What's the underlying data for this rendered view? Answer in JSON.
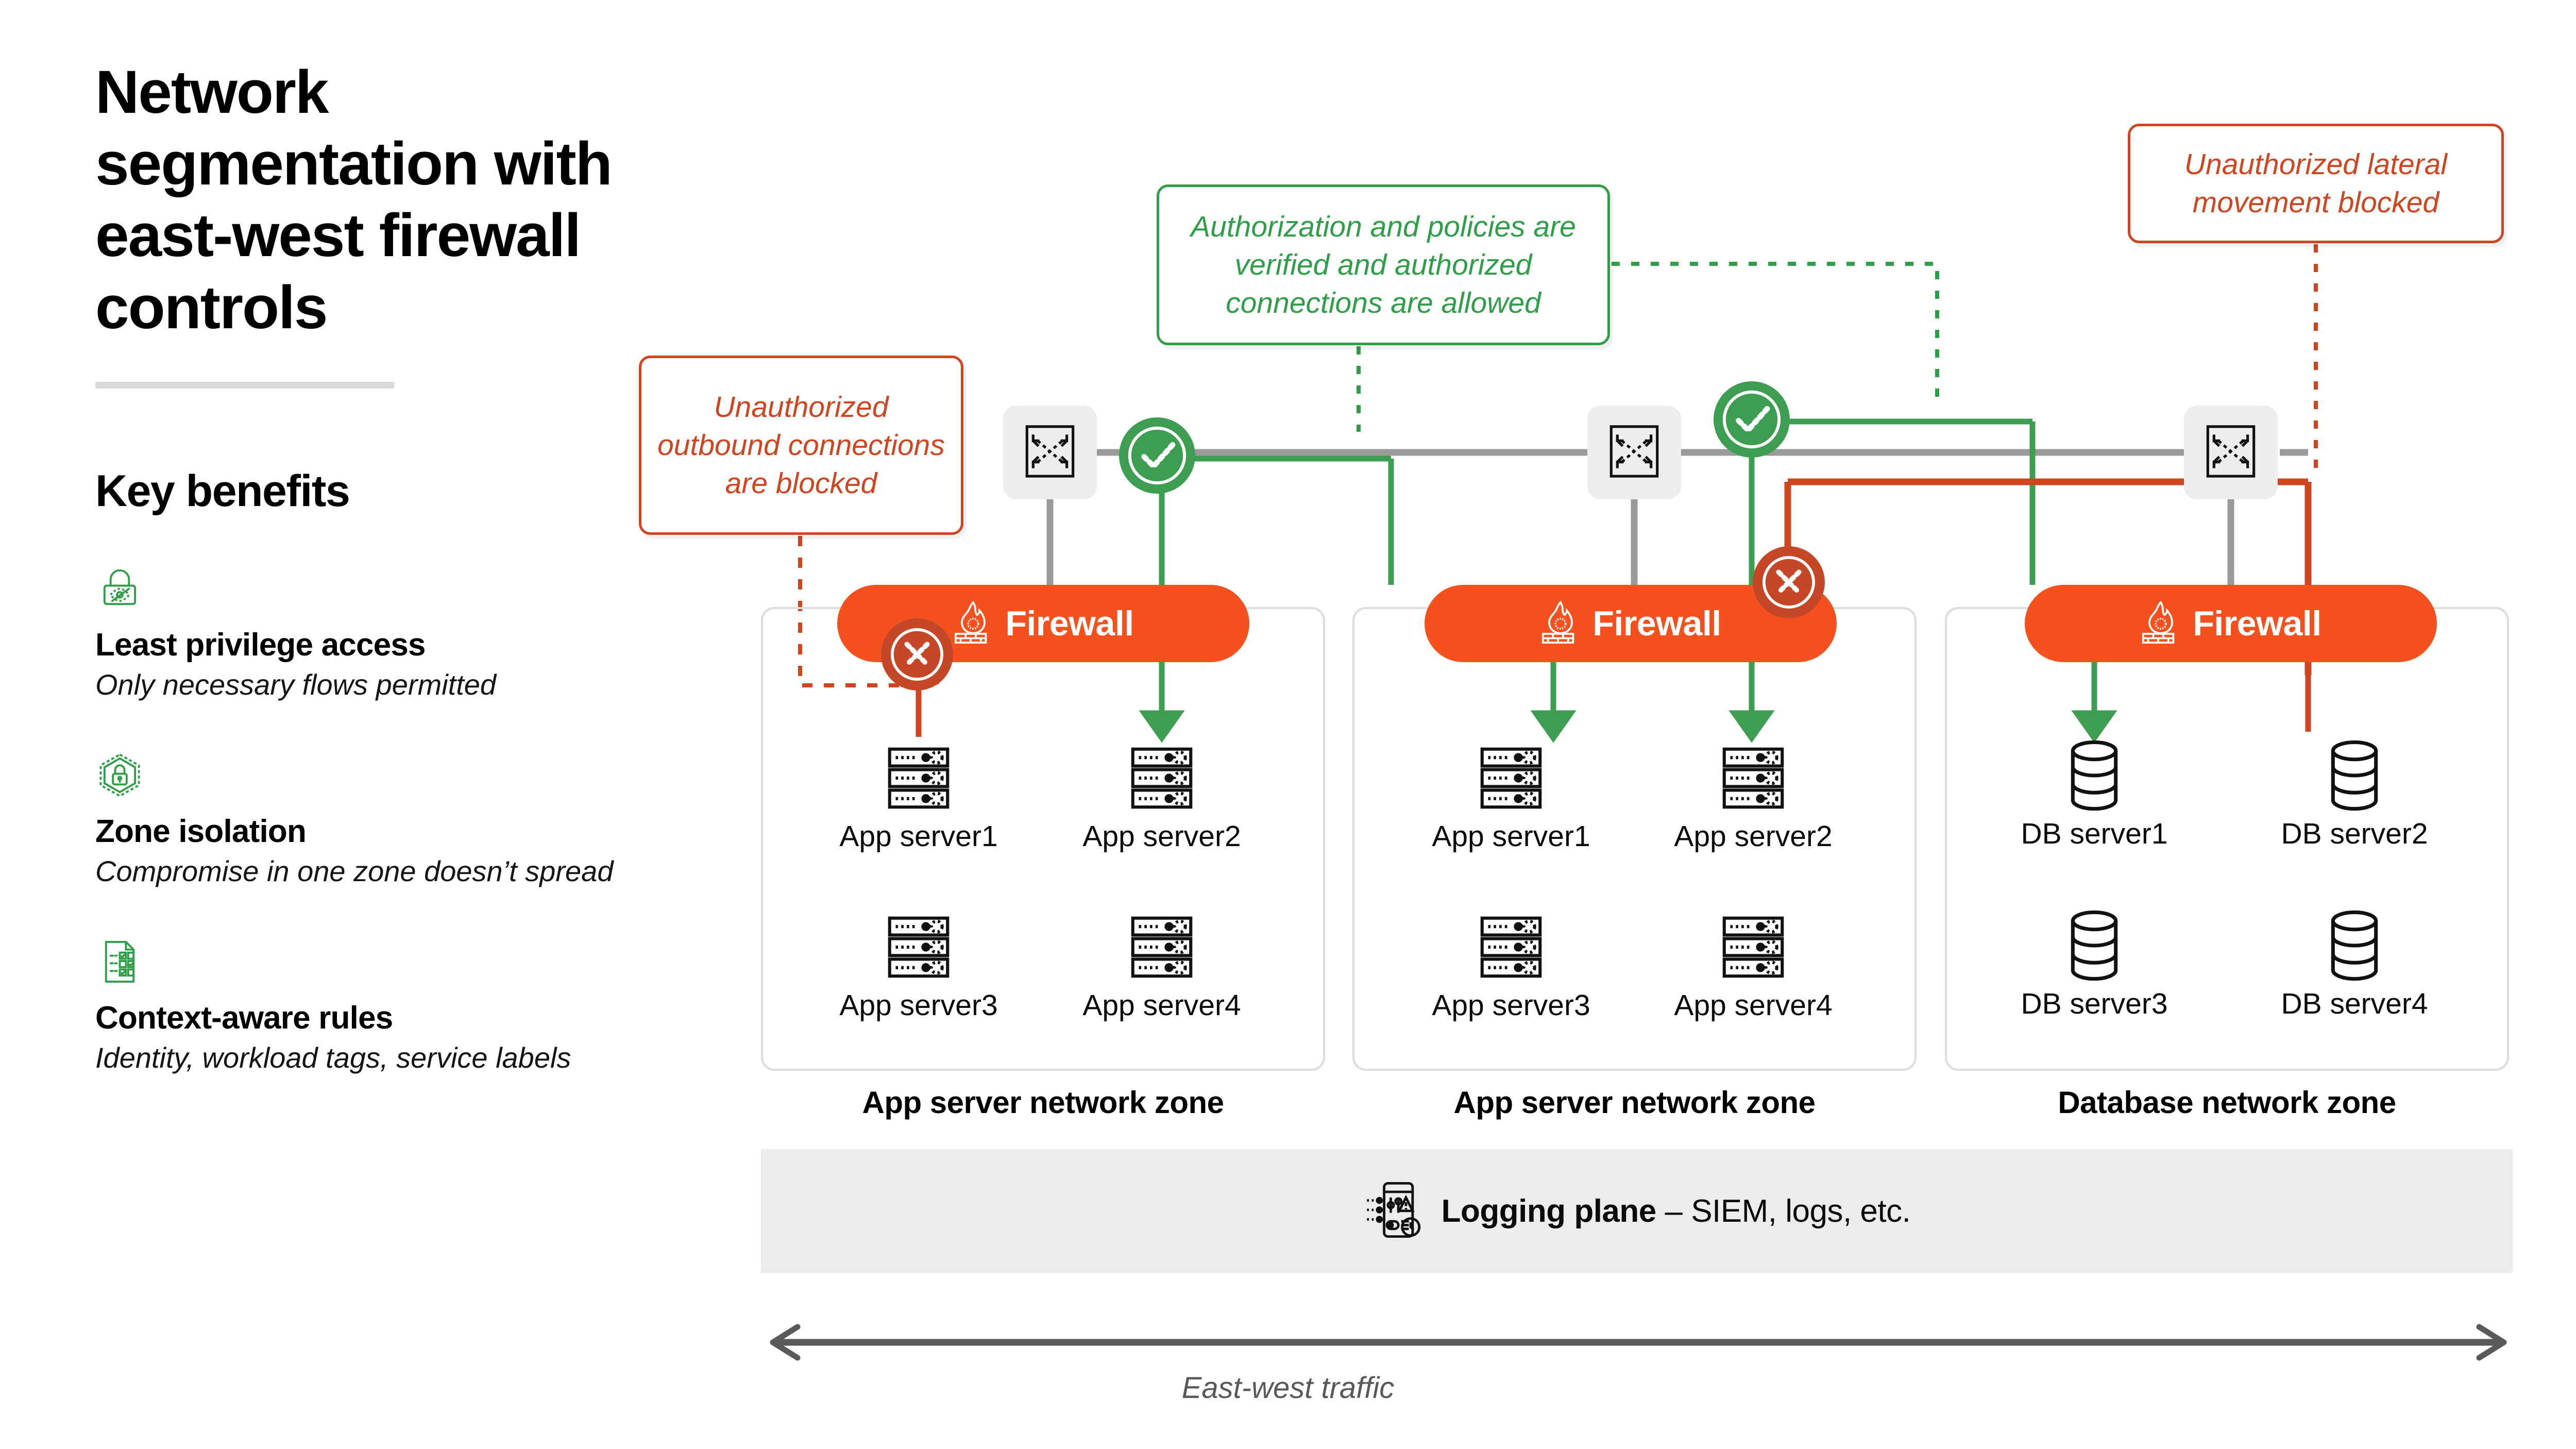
{
  "page": {
    "title": "Network segmentation with east-west firewall controls",
    "benefits_heading": "Key benefits"
  },
  "benefits": [
    {
      "icon": "lock-eye-icon",
      "title": "Least privilege access",
      "desc": "Only necessary flows permitted"
    },
    {
      "icon": "hexagon-lock-icon",
      "title": "Zone isolation",
      "desc": "Compromise in one zone doesn’t spread"
    },
    {
      "icon": "checklist-document-icon",
      "title": "Context-aware rules",
      "desc": "Identity, workload tags, service labels"
    }
  ],
  "callouts": [
    {
      "id": "outbound",
      "text": "Unauthorized outbound connections are blocked",
      "color": "#cf4520",
      "tone": "red"
    },
    {
      "id": "authz",
      "text": "Authorization and policies are verified and authorized connections are allowed",
      "color": "#2f9e48",
      "tone": "green"
    },
    {
      "id": "lateral",
      "text": "Unauthorized lateral movement blocked",
      "color": "#cf4520",
      "tone": "red"
    }
  ],
  "firewalls": [
    {
      "label": "Firewall"
    },
    {
      "label": "Firewall"
    },
    {
      "label": "Firewall"
    }
  ],
  "zones": [
    {
      "label": "App server network zone",
      "nodes": [
        {
          "label": "App server1",
          "type": "server"
        },
        {
          "label": "App server2",
          "type": "server"
        },
        {
          "label": "App server3",
          "type": "server"
        },
        {
          "label": "App server4",
          "type": "server"
        }
      ]
    },
    {
      "label": "App server network zone",
      "nodes": [
        {
          "label": "App server1",
          "type": "server"
        },
        {
          "label": "App server2",
          "type": "server"
        },
        {
          "label": "App server3",
          "type": "server"
        },
        {
          "label": "App server4",
          "type": "server"
        }
      ]
    },
    {
      "label": "Database network zone",
      "nodes": [
        {
          "label": "DB server1",
          "type": "database"
        },
        {
          "label": "DB server2",
          "type": "database"
        },
        {
          "label": "DB server3",
          "type": "database"
        },
        {
          "label": "DB server4",
          "type": "database"
        }
      ]
    }
  ],
  "badges": [
    {
      "id": "ok-1",
      "kind": "allowed",
      "glyph": "check"
    },
    {
      "id": "ok-2",
      "kind": "allowed",
      "glyph": "check"
    },
    {
      "id": "blocked-1",
      "kind": "blocked",
      "glyph": "cross"
    },
    {
      "id": "blocked-2",
      "kind": "blocked",
      "glyph": "cross"
    }
  ],
  "logging": {
    "bold": "Logging plane",
    "rest": " – SIEM, logs, etc.",
    "icon": "logging-monitor-icon"
  },
  "footer": {
    "east_west_label": "East-west traffic"
  },
  "colors": {
    "orange": "#f4511e",
    "red": "#cf4520",
    "green": "#2f9e48",
    "allow_green": "#3d9e51",
    "block_red": "#c44727",
    "grey_line": "#9a9a9a",
    "panel_grey": "#ededed",
    "logging_grey": "#ececec"
  }
}
